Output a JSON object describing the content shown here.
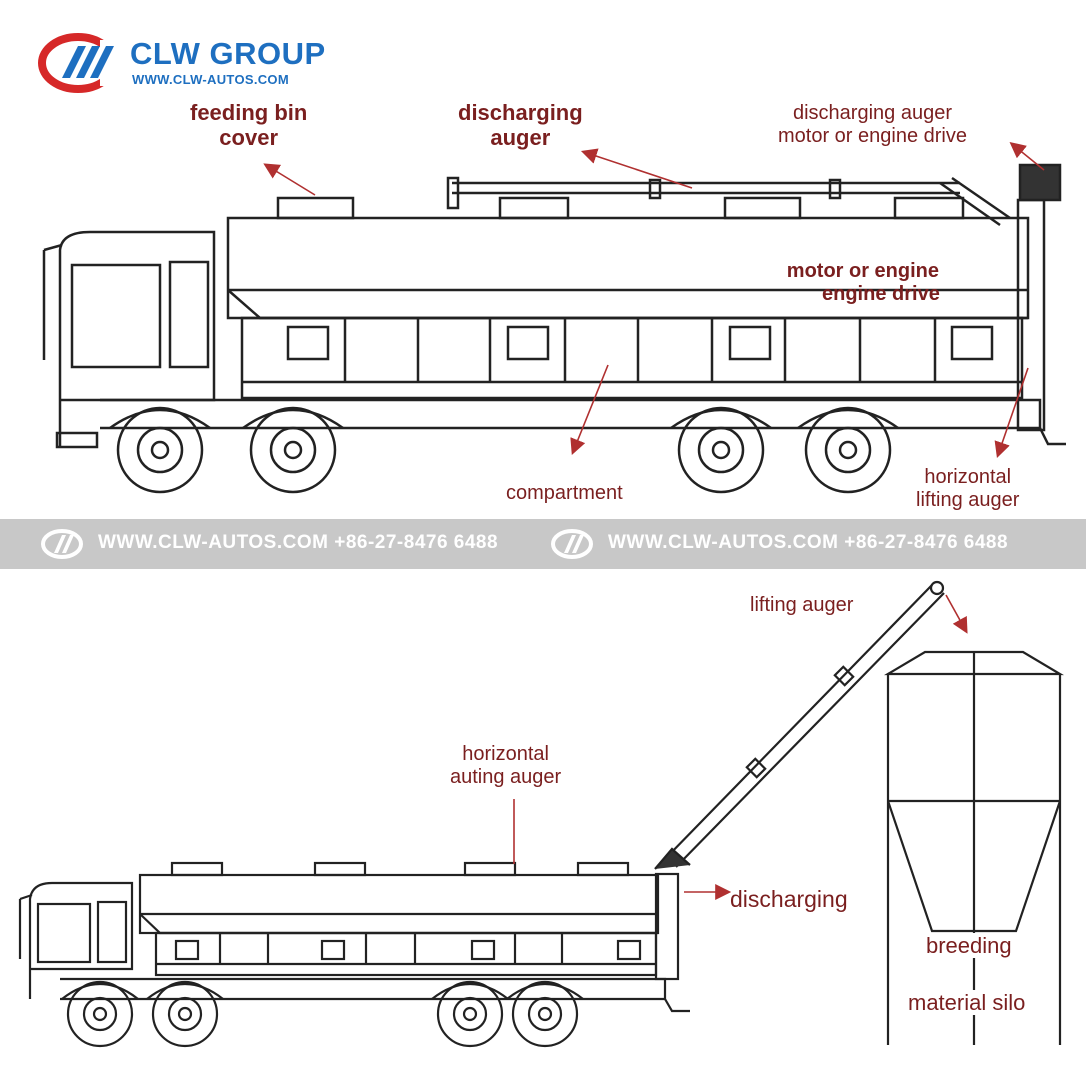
{
  "brand": {
    "name": "CLW GROUP",
    "url": "WWW.CLW-AUTOS.COM",
    "colors": {
      "blue": "#1e6fc0",
      "red": "#d62828"
    }
  },
  "watermark": {
    "text": "WWW.CLW-AUTOS.COM +86-27-8476 6488"
  },
  "top_diagram": {
    "labels": {
      "feeding_bin_cover": [
        "feeding bin",
        "cover"
      ],
      "discharging_auger": [
        "discharging",
        "auger"
      ],
      "auger_motor": [
        "discharging auger",
        "motor or engine drive"
      ],
      "motor_engine": [
        "motor or engine",
        "engine drive"
      ],
      "compartment": [
        "compartment"
      ],
      "horizontal_lifting_auger": [
        "horizontal",
        "lifting auger"
      ]
    }
  },
  "bottom_diagram": {
    "labels": {
      "lifting_auger": [
        "lifting auger"
      ],
      "horizontal_auting_auger": [
        "horizontal",
        "auting auger"
      ],
      "discharging": [
        "discharging"
      ],
      "breeding": [
        "breeding"
      ],
      "material_silo": [
        "material silo"
      ]
    }
  },
  "colors": {
    "label": "#7a1f1f",
    "arrow": "#b03030",
    "line": "#222222",
    "band": "#c8c8c8"
  }
}
